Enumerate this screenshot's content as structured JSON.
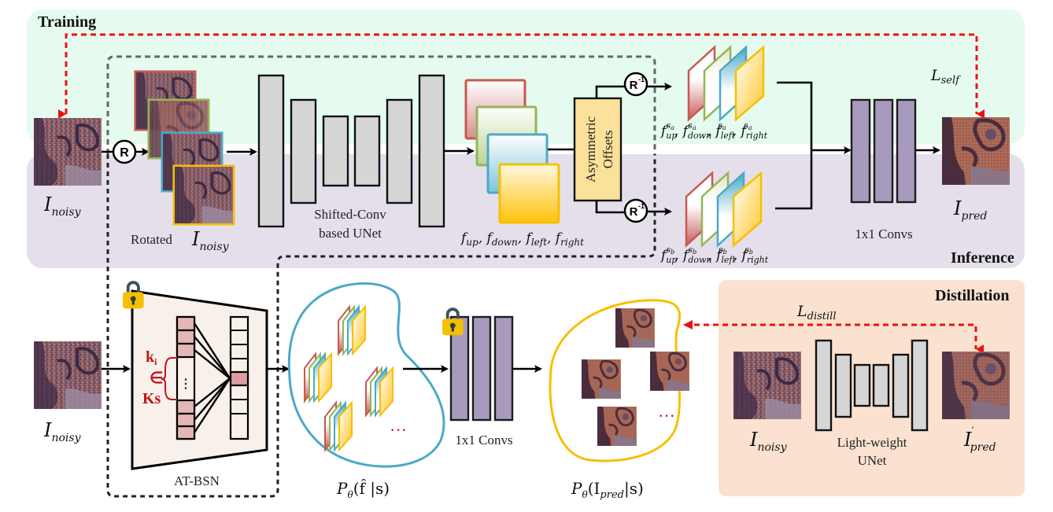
{
  "panels": {
    "training": {
      "title": "Training",
      "color": "#e6fbef"
    },
    "inference": {
      "title": "Inference",
      "color": "#e5dfec"
    },
    "distillation": {
      "title": "Distillation",
      "color": "#fbe2d0"
    }
  },
  "top_row": {
    "input_label_base": "I",
    "input_label_sub": "noisy",
    "rotate_op": "R",
    "rotated_label": "Rotated",
    "rotated_math_base": "I",
    "rotated_math_sub": "noisy",
    "unet_label_line1": "Shifted-Conv",
    "unet_label_line2": "based UNet",
    "features_label": "f_up, f_down, f_left, f_right",
    "features_terms": [
      "up",
      "down",
      "left",
      "right"
    ],
    "asym_label_line1": "Asymmetric",
    "asym_label_line2": "Offsets",
    "inverse_rotate_op": "R",
    "inverse_rotate_sup": "-1",
    "branch_a_superscript": "s_a",
    "branch_b_superscript": "s_b",
    "branch_a_sup_base": "s",
    "branch_a_sup_sub": "a",
    "branch_b_sup_base": "s",
    "branch_b_sup_sub": "b",
    "conv_label": "1x1 Convs",
    "output_label_base": "I",
    "output_label_sub": "pred",
    "loss_label_base": "L",
    "loss_label_sub": "self"
  },
  "bottom_row": {
    "input_label_base": "I",
    "input_label_sub": "noisy",
    "atbsn_label": "AT-BSN",
    "kernel_label_k": "k",
    "kernel_label_i": "i",
    "kernel_label_in": "∈",
    "kernel_label_ks": "Ks",
    "kernel_dots": "⋮",
    "feature_dist_label": "P_θ(f̂|s)",
    "feature_dist_P": "P",
    "feature_dist_theta": "θ",
    "feature_dist_arg": "(f̂ |s)",
    "ellipsis": "···",
    "conv_label": "1x1 Convs",
    "pred_dist_P": "P",
    "pred_dist_theta": "θ",
    "pred_dist_open": "(I",
    "pred_dist_sub": "pred",
    "pred_dist_close": "|s)"
  },
  "distillation": {
    "loss_label_base": "L",
    "loss_label_sub": "distill",
    "input_label_base": "I",
    "input_label_sub": "noisy",
    "unet_label_line1": "Light-weight",
    "unet_label_line2": "UNet",
    "output_label_base": "I",
    "output_label_sup": "′",
    "output_label_sub": "pred"
  },
  "icons": {
    "lock": "lock-icon",
    "rotate": "rotate-op-icon",
    "inverse_rotate": "inverse-rotate-op-icon"
  },
  "colors": {
    "red_frame": "#c8584f",
    "green_frame": "#92b656",
    "blue_frame": "#4ba9c8",
    "yellow_frame": "#f6c000",
    "loss_arrow": "#ee1111",
    "conv_purple": "#a79abd",
    "block_gray": "#d6d6d6",
    "asym_fill": "#fbe19a",
    "atbsn_fill": "#f8f0ea",
    "highlight_cell": "#dc9d9e"
  }
}
